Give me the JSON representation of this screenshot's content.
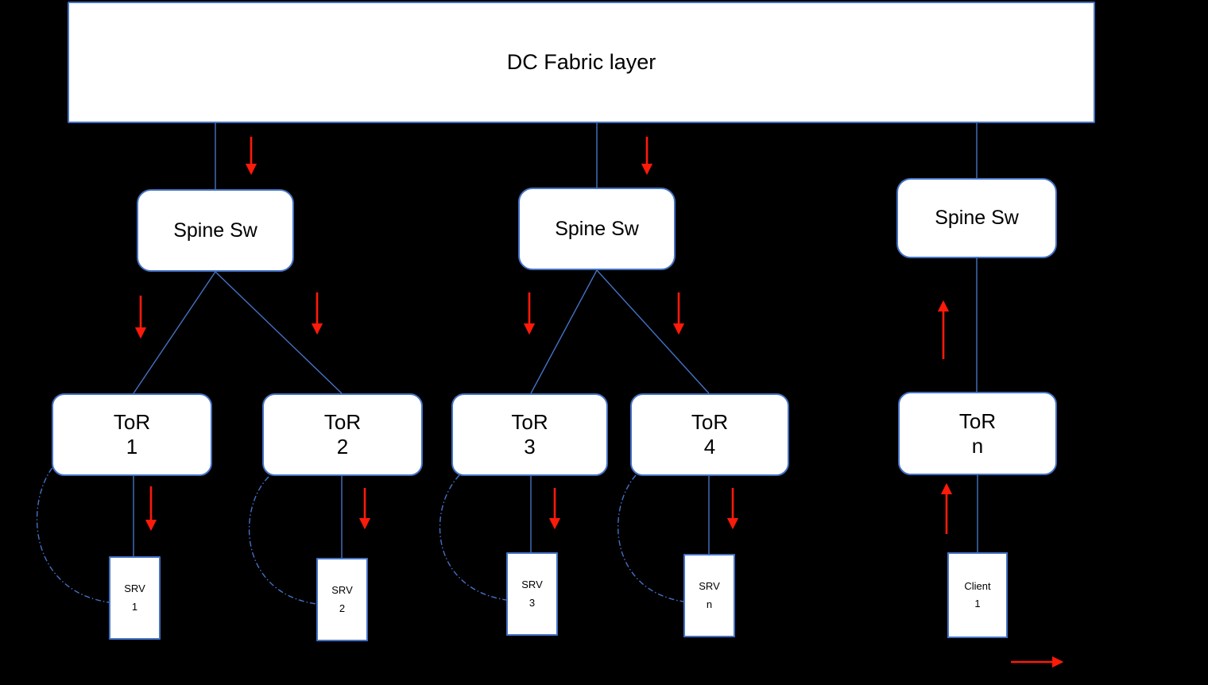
{
  "colors": {
    "background": "#000000",
    "box_fill": "#ffffff",
    "box_border": "#4472c4",
    "connector_line": "#4472c4",
    "arrow": "#fe1a0a",
    "text": "#000000"
  },
  "fabric": {
    "label": "DC Fabric layer"
  },
  "spines": [
    {
      "label": "Spine Sw"
    },
    {
      "label": "Spine Sw"
    },
    {
      "label": "Spine Sw"
    }
  ],
  "tors": [
    {
      "name": "ToR",
      "id": "1"
    },
    {
      "name": "ToR",
      "id": "2"
    },
    {
      "name": "ToR",
      "id": "3"
    },
    {
      "name": "ToR",
      "id": "4"
    },
    {
      "name": "ToR",
      "id": "n"
    }
  ],
  "servers": [
    {
      "name": "SRV",
      "id": "1"
    },
    {
      "name": "SRV",
      "id": "2"
    },
    {
      "name": "SRV",
      "id": "3"
    },
    {
      "name": "SRV",
      "id": "n"
    }
  ],
  "client": {
    "name": "Client",
    "id": "1"
  }
}
